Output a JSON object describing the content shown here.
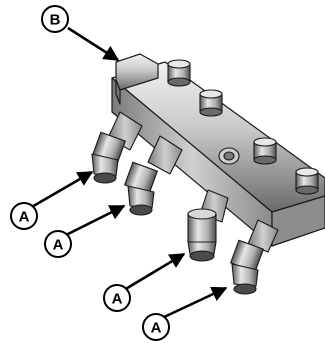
{
  "figure": {
    "callouts": [
      {
        "id": "B",
        "label": "B",
        "target": "bracket"
      },
      {
        "id": "A1",
        "label": "A",
        "target": "injector-1"
      },
      {
        "id": "A2",
        "label": "A",
        "target": "injector-2"
      },
      {
        "id": "A3",
        "label": "A",
        "target": "injector-3"
      },
      {
        "id": "A4",
        "label": "A",
        "target": "injector-4"
      }
    ],
    "colors": {
      "metal_light": "#d9d9d9",
      "metal_mid": "#a8a8a8",
      "metal_dark": "#5e5e5e",
      "outline": "#1a1a1a"
    }
  }
}
